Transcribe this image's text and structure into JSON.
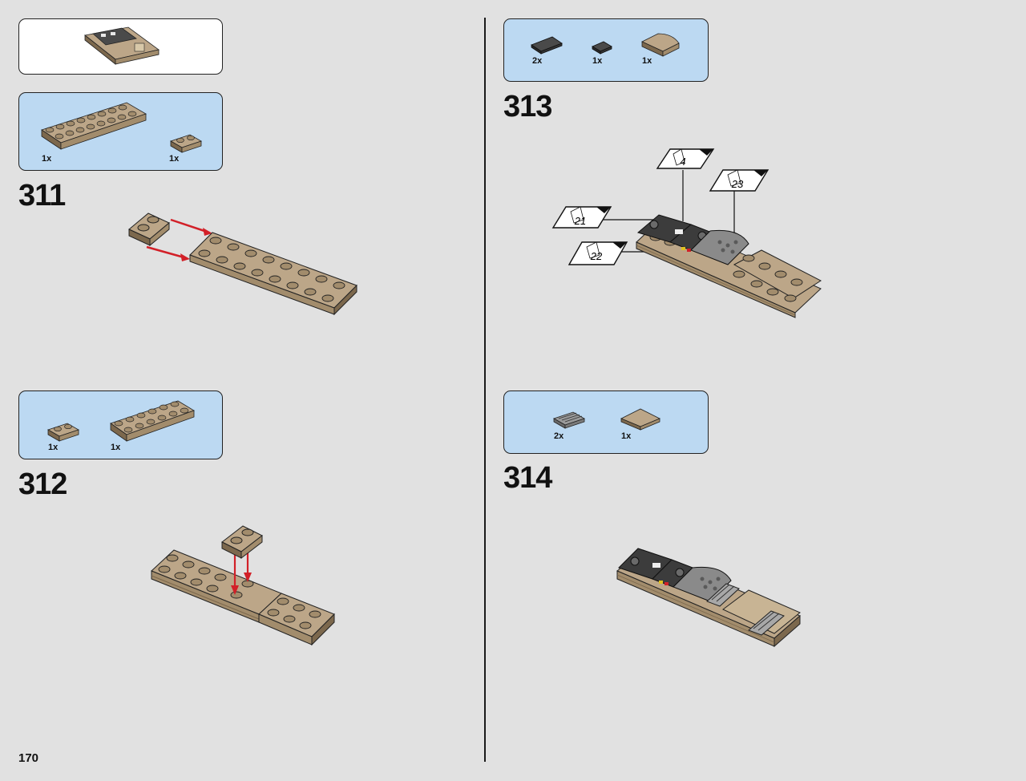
{
  "page_number": "170",
  "steps": [
    {
      "number": "311",
      "parts": [
        {
          "qty": "1x"
        },
        {
          "qty": "1x"
        }
      ]
    },
    {
      "number": "312",
      "parts": [
        {
          "qty": "1x"
        },
        {
          "qty": "1x"
        }
      ]
    },
    {
      "number": "313",
      "parts": [
        {
          "qty": "2x"
        },
        {
          "qty": "1x"
        },
        {
          "qty": "1x"
        }
      ],
      "sticker_callouts": [
        "4",
        "23",
        "21",
        "22"
      ]
    },
    {
      "number": "314",
      "parts": [
        {
          "qty": "2x"
        },
        {
          "qty": "1x"
        }
      ]
    }
  ],
  "colors": {
    "tan": "#a28c6c",
    "tan_dark": "#7c684d",
    "tan_light": "#bca688",
    "part_box": "#bcd9f2",
    "arrow": "#d22028",
    "dark_gray": "#3c3c3c"
  }
}
